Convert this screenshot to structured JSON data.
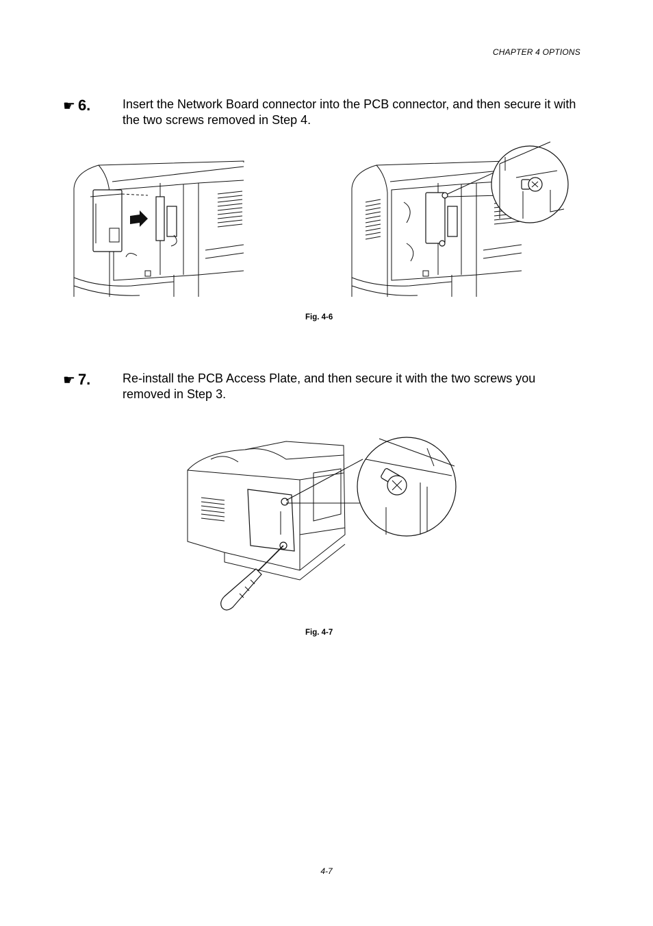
{
  "header": {
    "chapter": "CHAPTER 4 OPTIONS"
  },
  "steps": [
    {
      "number": "6.",
      "text": "Insert the Network Board connector into the PCB connector, and then secure it with the two screws removed in Step 4."
    },
    {
      "number": "7.",
      "text": "Re-install the PCB Access Plate, and then secure it with the two screws you removed in Step 3."
    }
  ],
  "figures": [
    {
      "caption": "Fig. 4-6"
    },
    {
      "caption": "Fig. 4-7"
    }
  ],
  "footer": {
    "page_number": "4-7"
  },
  "icons": {
    "step_marker": "pointing-hand-icon"
  }
}
